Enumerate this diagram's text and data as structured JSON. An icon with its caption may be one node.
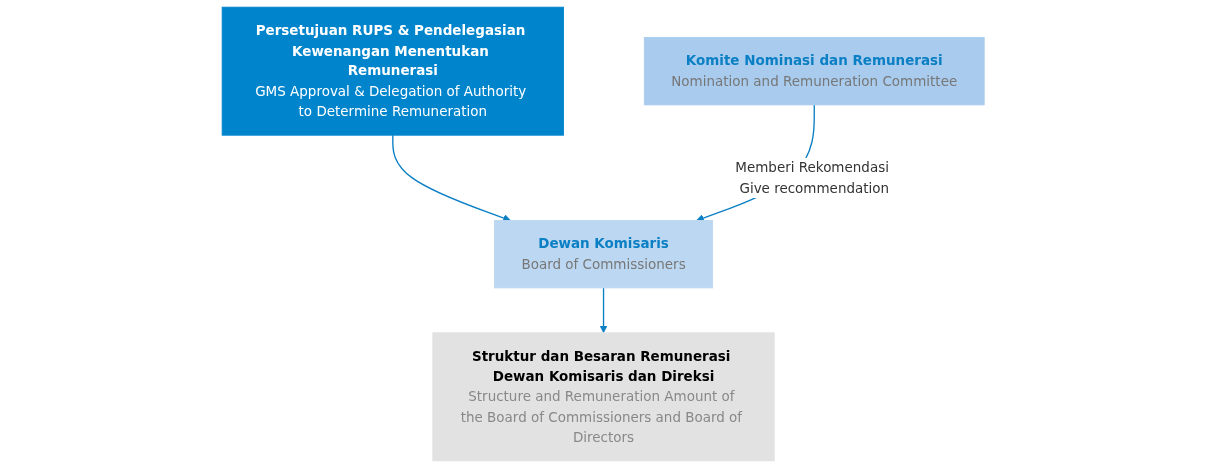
{
  "diagram": {
    "nodes": [
      {
        "text": [
          "Persetujuan RUPS & Pendelegasian Kewenangan Menentukan Remunerasi",
          "GMS Approval & Delegation of Authority to Determine Remuneration"
        ]
      },
      {
        "text": [
          "Dewan Komisaris",
          "Board of Commissioners"
        ]
      },
      {
        "text": [
          "Komite Nominasi dan Remunerasi",
          "Nomination and Remuneration Committee"
        ]
      },
      {
        "text": [
          "Struktur dan Besaran Remunerasi Dewan Komisaris dan Direksi",
          "Structure and Remuneration Amount of the Board of Commissioners and Board of Directors"
        ]
      }
    ],
    "edges": [
      {
        "from": 0,
        "to": 1,
        "arrow": "to"
      },
      {
        "from": 2,
        "to": 1,
        "arrow": "to",
        "label": "Memberi Rekomendasi Give recommendation"
      },
      {
        "from": 1,
        "to": 3,
        "arrow": "to"
      }
    ]
  }
}
